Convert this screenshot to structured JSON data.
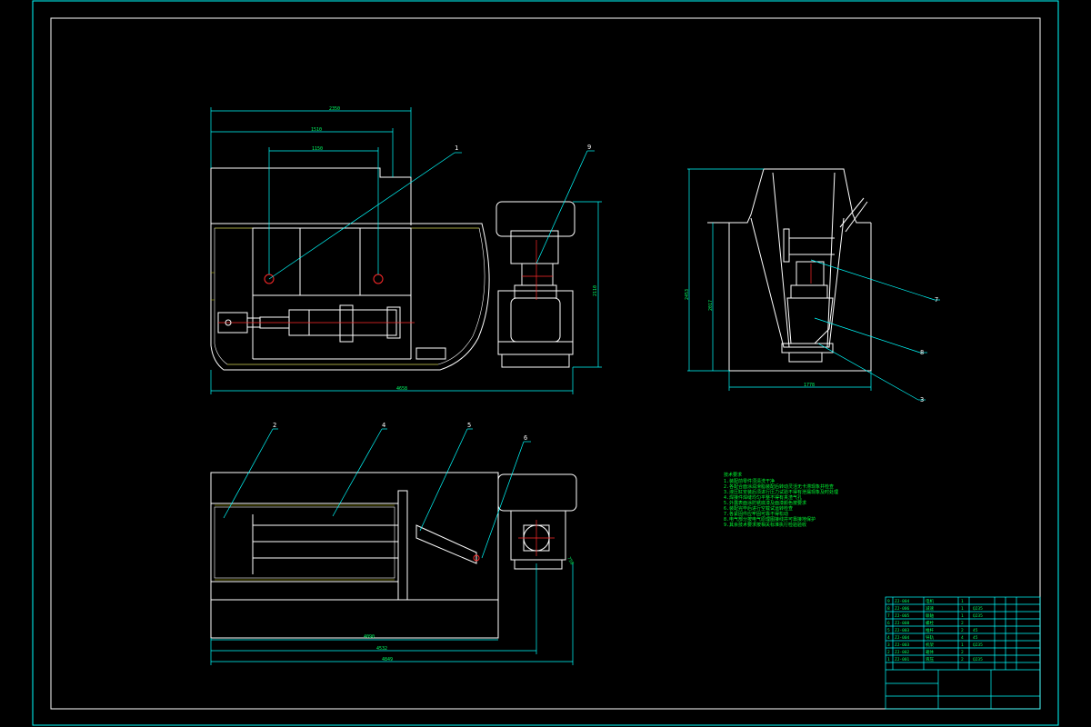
{
  "colors": {
    "background": "#000000",
    "frame": "#00ffff",
    "geometry": "#ffffff",
    "centerline": "#ff2a2a",
    "text": "#00ff66"
  },
  "front_view": {
    "dimensions": {
      "top_outer": "2350",
      "top_mid": "1510",
      "top_inner": "1150",
      "overall_width": "4658",
      "right_height": "2110"
    },
    "balloons": [
      "1",
      "9"
    ]
  },
  "side_view": {
    "dimensions": {
      "left_outer": "2453",
      "left_inner": "2017",
      "bottom_width": "1778"
    },
    "balloons": [
      "7",
      "8",
      "3"
    ]
  },
  "top_view": {
    "dimensions": {
      "bottom_1": "4090",
      "bottom_2": "4532",
      "bottom_3": "4849"
    },
    "balloons": [
      "2",
      "4",
      "5",
      "6"
    ],
    "motor_dim": "750"
  },
  "notes": {
    "title": "技术要求",
    "lines": [
      "1.装配前零件须清洗干净",
      "2.各配合面涂润滑脂装配后转动灵活无卡滞现象并检查",
      "3.液压缸安装后须进行压力试验不得有泄漏现象及时处理",
      "4.焊接件焊缝均匀平整不得有夹渣气孔",
      "5.外露表面涂防锈底漆及面漆颜色按要求",
      "6.装配完毕后进行空载试运转检查",
      "7.各紧固件应牢固可靠不得松动",
      "8.电气部分按电气原理图接线并可靠接地保护",
      "9.其余技术要求按相关标准执行检验验收"
    ]
  },
  "parts_list": [
    {
      "no": "9",
      "code": "ZJ-004",
      "name": "电机",
      "qty": "1",
      "material": ""
    },
    {
      "no": "8",
      "code": "ZJ-006",
      "name": "减速",
      "qty": "1",
      "material": "Q235"
    },
    {
      "no": "7",
      "code": "ZJ-005",
      "name": "联轴",
      "qty": "1",
      "material": "Q235"
    },
    {
      "no": "6",
      "code": "ZJ-008",
      "name": "螺栓",
      "qty": "2",
      "material": ""
    },
    {
      "no": "5",
      "code": "ZJ-003",
      "name": "推杆",
      "qty": "2",
      "material": "45"
    },
    {
      "no": "4",
      "code": "ZJ-004",
      "name": "导轨",
      "qty": "4",
      "material": "45"
    },
    {
      "no": "3",
      "code": "ZJ-003",
      "name": "机架",
      "qty": "1",
      "material": "Q235"
    },
    {
      "no": "2",
      "code": "ZJ-002",
      "name": "箱体",
      "qty": "2",
      "material": ""
    },
    {
      "no": "1",
      "code": "ZJ-001",
      "name": "液压",
      "qty": "2",
      "material": "Q235"
    }
  ]
}
